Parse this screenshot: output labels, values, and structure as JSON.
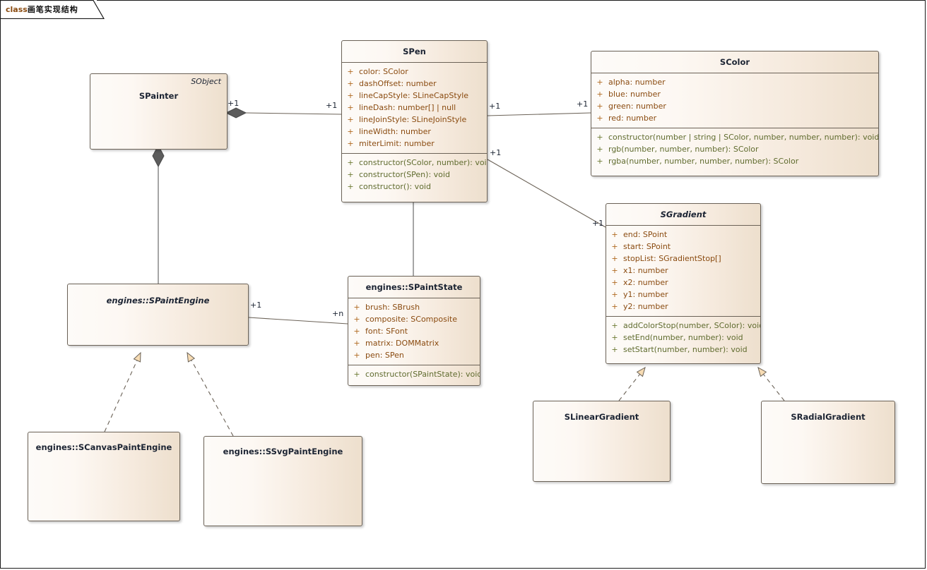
{
  "diagram": {
    "title_keyword": "class",
    "title_text": "画笔实现结构",
    "colors": {
      "box_border": "#6b6257",
      "attribute_text": "#8a4b10",
      "operation_text": "#5f6b2e",
      "title_text": "#1c2433",
      "keyword_text": "#8a4b10",
      "fill_light": "#fdfbf8",
      "fill_dark": "#eddfcd",
      "connector": "#6b6257"
    }
  },
  "classes": {
    "spainter": {
      "name": "SPainter",
      "stereotype": "SObject",
      "abstract": false,
      "attributes": [],
      "operations": []
    },
    "spen": {
      "name": "SPen",
      "abstract": false,
      "attributes": [
        {
          "vis": "+",
          "text": "color: SColor"
        },
        {
          "vis": "+",
          "text": "dashOffset: number"
        },
        {
          "vis": "+",
          "text": "lineCapStyle: SLineCapStyle"
        },
        {
          "vis": "+",
          "text": "lineDash: number[] | null"
        },
        {
          "vis": "+",
          "text": "lineJoinStyle: SLineJoinStyle"
        },
        {
          "vis": "+",
          "text": "lineWidth: number"
        },
        {
          "vis": "+",
          "text": "miterLimit: number"
        }
      ],
      "operations": [
        {
          "vis": "+",
          "text": "constructor(SColor, number): void"
        },
        {
          "vis": "+",
          "text": "constructor(SPen): void"
        },
        {
          "vis": "+",
          "text": "constructor(): void"
        }
      ]
    },
    "scolor": {
      "name": "SColor",
      "abstract": false,
      "attributes": [
        {
          "vis": "+",
          "text": "alpha: number"
        },
        {
          "vis": "+",
          "text": "blue: number"
        },
        {
          "vis": "+",
          "text": "green: number"
        },
        {
          "vis": "+",
          "text": "red: number"
        }
      ],
      "operations": [
        {
          "vis": "+",
          "text": "constructor(number | string | SColor, number, number, number): void"
        },
        {
          "vis": "+",
          "text": "rgb(number, number, number): SColor"
        },
        {
          "vis": "+",
          "text": "rgba(number, number, number, number): SColor"
        }
      ]
    },
    "sgradient": {
      "name": "SGradient",
      "abstract": true,
      "attributes": [
        {
          "vis": "+",
          "text": "end: SPoint"
        },
        {
          "vis": "+",
          "text": "start: SPoint"
        },
        {
          "vis": "+",
          "text": "stopList: SGradientStop[]"
        },
        {
          "vis": "+",
          "text": "x1: number"
        },
        {
          "vis": "+",
          "text": "x2: number"
        },
        {
          "vis": "+",
          "text": "y1: number"
        },
        {
          "vis": "+",
          "text": "y2: number"
        }
      ],
      "operations": [
        {
          "vis": "+",
          "text": "addColorStop(number, SColor): void"
        },
        {
          "vis": "+",
          "text": "setEnd(number, number): void"
        },
        {
          "vis": "+",
          "text": "setStart(number, number): void"
        }
      ]
    },
    "spaintengine": {
      "name": "engines::SPaintEngine",
      "abstract": true,
      "attributes": [],
      "operations": []
    },
    "spaintstate": {
      "name": "engines::SPaintState",
      "abstract": false,
      "attributes": [
        {
          "vis": "+",
          "text": "brush: SBrush"
        },
        {
          "vis": "+",
          "text": "composite: SComposite"
        },
        {
          "vis": "+",
          "text": "font: SFont"
        },
        {
          "vis": "+",
          "text": "matrix: DOMMatrix"
        },
        {
          "vis": "+",
          "text": "pen: SPen"
        }
      ],
      "operations": [
        {
          "vis": "+",
          "text": "constructor(SPaintState): void"
        }
      ]
    },
    "scanvaspaintengine": {
      "name": "engines::SCanvasPaintEngine",
      "abstract": false,
      "attributes": [],
      "operations": []
    },
    "ssvgpaintengine": {
      "name": "engines::SSvgPaintEngine",
      "abstract": false,
      "attributes": [],
      "operations": []
    },
    "slineargradient": {
      "name": "SLinearGradient",
      "abstract": false,
      "attributes": [],
      "operations": []
    },
    "sradialgradient": {
      "name": "SRadialGradient",
      "abstract": false,
      "attributes": [],
      "operations": []
    }
  },
  "multiplicities": {
    "painter_to_pen_source": "+1",
    "painter_to_pen_target": "+1",
    "pen_to_color_source": "+1",
    "pen_to_color_target": "+1",
    "pen_to_gradient_source": "+1",
    "pen_to_gradient_target": "+1",
    "engine_to_state_source": "+1",
    "engine_to_state_target": "+n"
  },
  "relationships": [
    {
      "name": "painter-pen-aggregation",
      "type": "aggregation",
      "from": "SPainter",
      "to": "SPen"
    },
    {
      "name": "pen-color-association",
      "type": "association",
      "from": "SPen",
      "to": "SColor"
    },
    {
      "name": "pen-gradient-association",
      "type": "association",
      "from": "SPen",
      "to": "SGradient"
    },
    {
      "name": "painter-engine-composition",
      "type": "composition",
      "from": "SPainter",
      "to": "engines::SPaintEngine"
    },
    {
      "name": "pen-paintstate-association",
      "type": "association",
      "from": "SPen",
      "to": "engines::SPaintState"
    },
    {
      "name": "engine-state-aggregation",
      "type": "association",
      "from": "engines::SPaintEngine",
      "to": "engines::SPaintState"
    },
    {
      "name": "canvasengine-realizes-engine",
      "type": "realization",
      "from": "engines::SCanvasPaintEngine",
      "to": "engines::SPaintEngine"
    },
    {
      "name": "svgengine-realizes-engine",
      "type": "realization",
      "from": "engines::SSvgPaintEngine",
      "to": "engines::SPaintEngine"
    },
    {
      "name": "lineargradient-realizes-gradient",
      "type": "realization",
      "from": "SLinearGradient",
      "to": "SGradient"
    },
    {
      "name": "radialgradient-realizes-gradient",
      "type": "realization",
      "from": "SRadialGradient",
      "to": "SGradient"
    }
  ]
}
